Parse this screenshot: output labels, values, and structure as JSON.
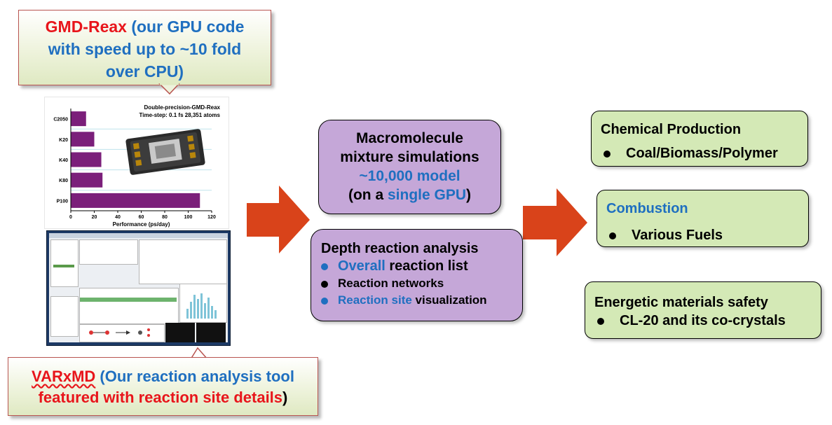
{
  "callout_gpu": {
    "name": "GMD-Reax",
    "text1": " (our GPU code",
    "text2": "with speed up to ~10 fold",
    "text3": "over CPU)"
  },
  "chart_title": {
    "line1": "Double-precision-GMD-Reax",
    "line2": "Time-step: 0.1 fs  28,351 atoms"
  },
  "chart_data": {
    "type": "bar",
    "orientation": "horizontal",
    "categories": [
      "C2050",
      "K20",
      "K40",
      "K80",
      "P100"
    ],
    "values": [
      13,
      20,
      26,
      27,
      110
    ],
    "xlabel": "Performance (ps/day)",
    "xlim": [
      0,
      120
    ],
    "xticks": [
      "0",
      "20",
      "40",
      "60",
      "80",
      "100",
      "120"
    ],
    "bar_color": "#7b1f7a"
  },
  "purple_top": {
    "line1": "Macromolecule",
    "line2": "mixture simulations",
    "line3": "~10,000 model",
    "line4a": "(on a ",
    "line4b": "single GPU",
    "line4c": ")"
  },
  "purple_bottom": {
    "title": "Depth reaction analysis",
    "item1_blue": "Overall",
    "item1_rest": " reaction list",
    "item2": "Reaction networks",
    "item3_blue": "Reaction site",
    "item3_rest": " visualization"
  },
  "green1": {
    "title": "Chemical Production",
    "item": "Coal/Biomass/Polymer"
  },
  "green2": {
    "title": "Combustion",
    "item": "Various Fuels"
  },
  "green3": {
    "title": "Energetic materials safety",
    "item": "CL-20 and its co-crystals"
  },
  "callout_var": {
    "name": "VARxMD",
    "text1": " (Our reaction analysis tool",
    "text2": "featured with reaction site details",
    "text3": ")"
  },
  "colors": {
    "arrow": "#d9431a",
    "purple": "#c5a7d8",
    "green": "#d4e9b6",
    "blue": "#1f6fc0",
    "red": "#e8151b"
  }
}
